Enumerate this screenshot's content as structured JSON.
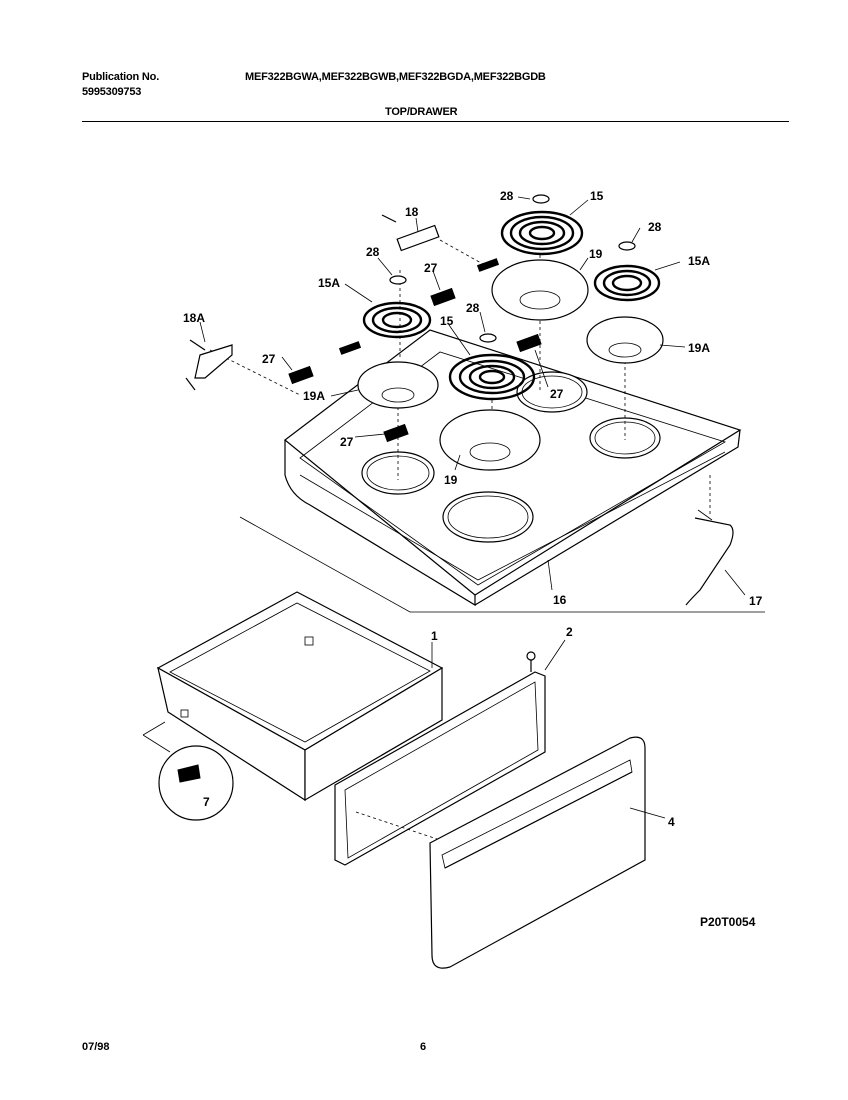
{
  "header": {
    "publication_label": "Publication No.",
    "publication_number": "5995309753",
    "models": "MEF322BGWA,MEF322BGWB,MEF322BGDA,MEF322BGDB",
    "section_title": "TOP/DRAWER"
  },
  "figure": {
    "code": "P20T0054",
    "callouts": {
      "c28a": "28",
      "c15a": "15",
      "c18": "18",
      "c28b": "28",
      "c19a": "19",
      "c15Aa": "15A",
      "c28c": "28",
      "c27a": "27",
      "c15Ab": "15A",
      "c28d": "28",
      "c15b": "15",
      "c18A": "18A",
      "c19Aa": "19A",
      "c27b": "27",
      "c27c": "27",
      "c19Ab": "19A",
      "c27d": "27",
      "c19b": "19",
      "c16": "16",
      "c17": "17",
      "c1": "1",
      "c2": "2",
      "c7": "7",
      "c4": "4"
    }
  },
  "footer": {
    "date": "07/98",
    "page_number": "6"
  }
}
